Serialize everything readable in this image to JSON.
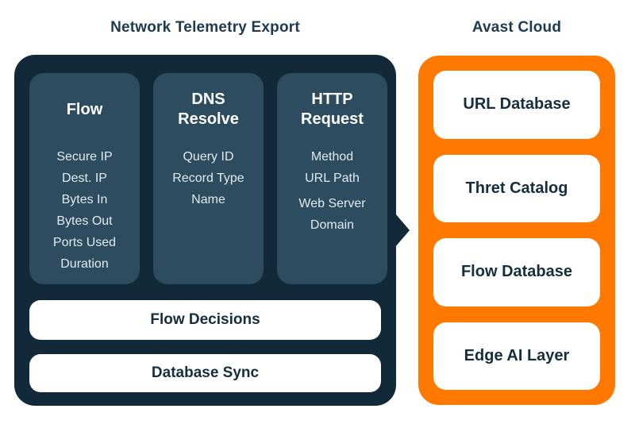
{
  "titles": {
    "telemetry": "Network Telemetry Export",
    "cloud": "Avast Cloud"
  },
  "telemetry": {
    "columns": [
      {
        "title": "Flow",
        "items": [
          "Secure IP",
          "Dest. IP",
          "Bytes In",
          "Bytes Out",
          "Ports Used",
          "Duration"
        ]
      },
      {
        "title": "DNS Resolve",
        "items": [
          "Query ID",
          "Record Type",
          "Name"
        ]
      },
      {
        "title": "HTTP Request",
        "items": [
          "Method",
          "URL Path",
          "Web Server Domain"
        ]
      }
    ],
    "bars": [
      "Flow Decisions",
      "Database Sync"
    ]
  },
  "cloud": {
    "boxes": [
      "URL Database",
      "Thret Catalog",
      "Flow Database",
      "Edge AI Layer"
    ]
  },
  "icons": {
    "connector": "right-arrow"
  },
  "colors": {
    "panel_dark": "#112938",
    "column_slate": "#2d4c60",
    "cloud_orange": "#ff7800",
    "heading_navy": "#1c3a50",
    "text_dark": "#142e3f",
    "text_light": "#e2eaef",
    "surface_white": "#ffffff"
  }
}
